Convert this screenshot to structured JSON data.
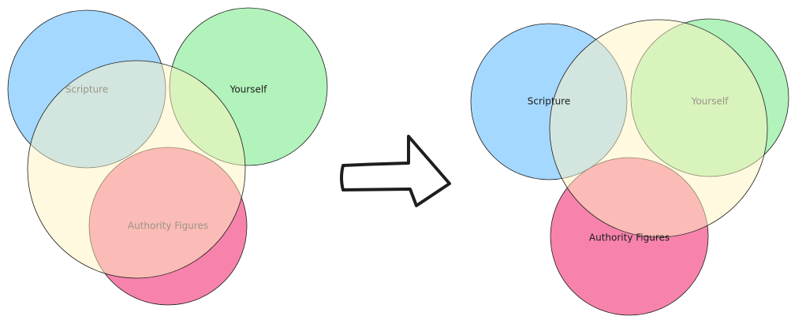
{
  "before": {
    "labels": {
      "scripture": "Scripture",
      "yourself": "Yourself",
      "authority": "Authority Figures"
    }
  },
  "after": {
    "labels": {
      "scripture": "Scripture",
      "yourself": "Yourself",
      "authority": "Authority Figures"
    }
  },
  "colors": {
    "blue": "#a5d8ff",
    "green": "#b2f2bb",
    "pink": "#f783ac",
    "yellow": "#fff3bf",
    "ink": "#1e1e1e",
    "muted": "#9a9488"
  }
}
